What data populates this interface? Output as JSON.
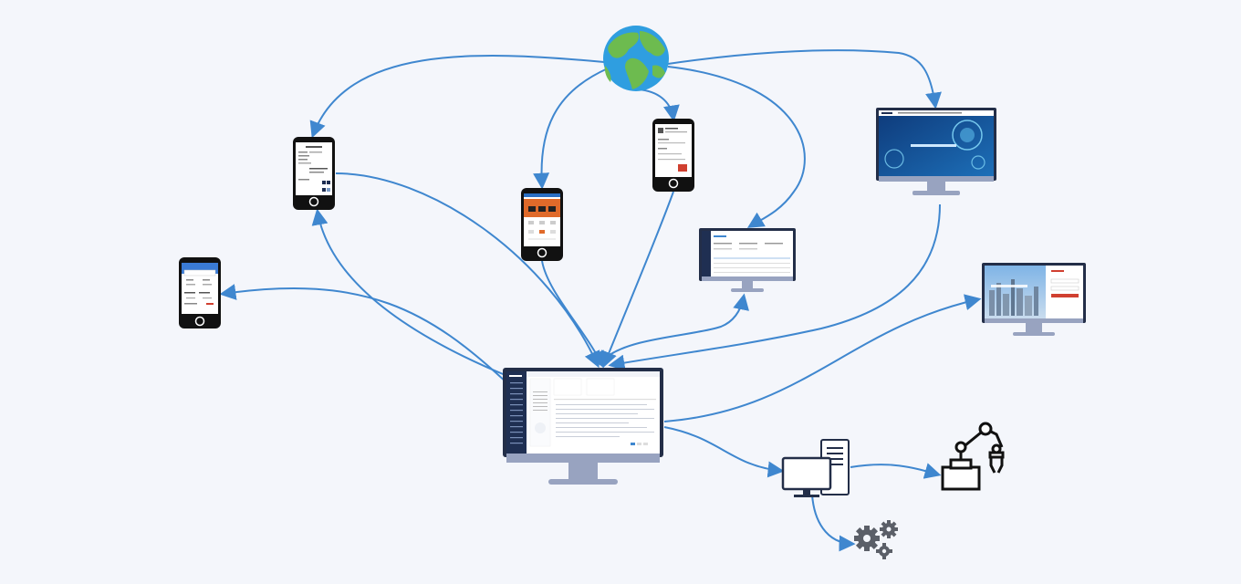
{
  "colors": {
    "background": "#f4f6fb",
    "connector": "#3f87cf",
    "device_frame": "#232e48",
    "stand": "#98a3c0",
    "phone_body": "#111111",
    "ocean": "#2f9ee0",
    "land": "#6dbb4f",
    "gear": "#5b5f68",
    "robot": "#111111"
  },
  "nodes": [
    {
      "id": "internet",
      "icon": "globe-icon"
    },
    {
      "id": "phone-1",
      "icon": "smartphone-icon"
    },
    {
      "id": "phone-2",
      "icon": "smartphone-icon"
    },
    {
      "id": "phone-3",
      "icon": "smartphone-icon"
    },
    {
      "id": "phone-4",
      "icon": "smartphone-icon"
    },
    {
      "id": "monitor-dashboard",
      "icon": "monitor-icon"
    },
    {
      "id": "monitor-website",
      "icon": "monitor-icon"
    },
    {
      "id": "monitor-login",
      "icon": "monitor-icon"
    },
    {
      "id": "central-monitor",
      "icon": "monitor-icon"
    },
    {
      "id": "desktop-pc",
      "icon": "desktop-computer-icon"
    },
    {
      "id": "robot-arm",
      "icon": "robot-arm-icon"
    },
    {
      "id": "gears",
      "icon": "gears-icon"
    }
  ],
  "edges": [
    {
      "from": "internet",
      "to": "phone-1"
    },
    {
      "from": "internet",
      "to": "phone-2"
    },
    {
      "from": "internet",
      "to": "phone-3"
    },
    {
      "from": "internet",
      "to": "monitor-dashboard"
    },
    {
      "from": "internet",
      "to": "monitor-website"
    },
    {
      "from": "phone-1",
      "to": "central-monitor"
    },
    {
      "from": "central-monitor",
      "to": "phone-1"
    },
    {
      "from": "central-monitor",
      "to": "phone-4"
    },
    {
      "from": "phone-2",
      "to": "central-monitor"
    },
    {
      "from": "phone-3",
      "to": "central-monitor"
    },
    {
      "from": "central-monitor",
      "to": "monitor-dashboard"
    },
    {
      "from": "monitor-website",
      "to": "central-monitor"
    },
    {
      "from": "central-monitor",
      "to": "monitor-login"
    },
    {
      "from": "central-monitor",
      "to": "desktop-pc"
    },
    {
      "from": "desktop-pc",
      "to": "robot-arm"
    },
    {
      "from": "desktop-pc",
      "to": "gears"
    }
  ]
}
